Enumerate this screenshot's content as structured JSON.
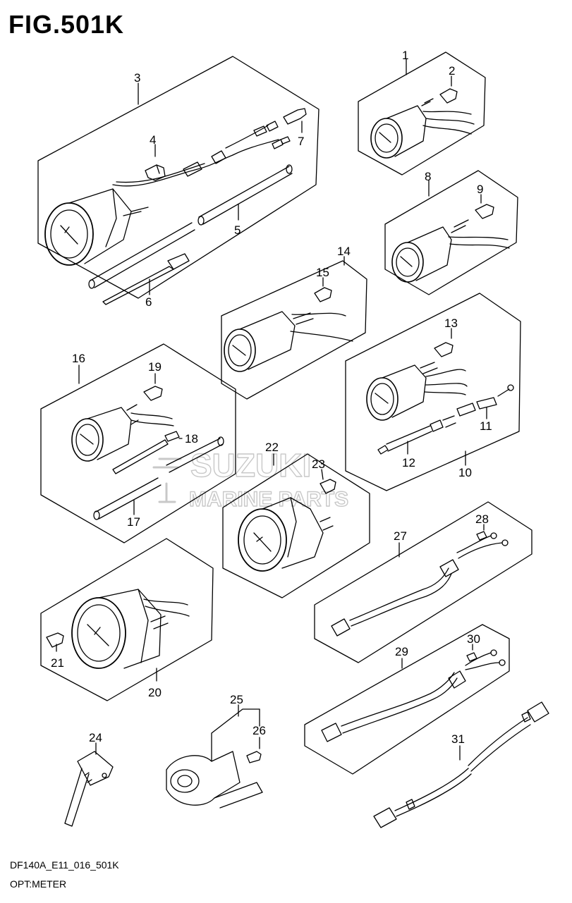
{
  "header": {
    "title": "FIG.501K"
  },
  "footer": {
    "code": "DF140A_E11_016_501K",
    "caption": "OPT:METER"
  },
  "watermark": {
    "brand": "SUZUKI",
    "subtitle": "MARINE PARTS"
  },
  "callouts": {
    "c1": "1",
    "c2": "2",
    "c3": "3",
    "c4": "4",
    "c5": "5",
    "c6": "6",
    "c7": "7",
    "c8": "8",
    "c9": "9",
    "c10": "10",
    "c11": "11",
    "c12": "12",
    "c13": "13",
    "c14": "14",
    "c15": "15",
    "c16": "16",
    "c17": "17",
    "c18": "18",
    "c19": "19",
    "c20": "20",
    "c21": "21",
    "c22": "22",
    "c23": "23",
    "c24": "24",
    "c25": "25",
    "c26": "26",
    "c27": "27",
    "c28": "28",
    "c29": "29",
    "c30": "30",
    "c31": "31"
  }
}
